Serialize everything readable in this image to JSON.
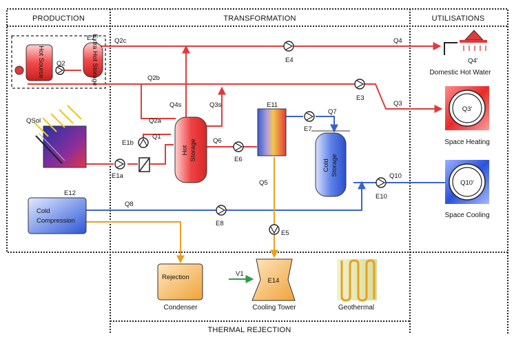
{
  "sections": {
    "production": "PRODUCTION",
    "transformation": "TRANSFORMATION",
    "utilisations": "UTILISATIONS",
    "thermal_rejection": "THERMAL REJECTION"
  },
  "components": {
    "hot_source": "Hot Source",
    "e2": "E2",
    "extra_hot_storage": "Extra Hot Storage",
    "qsol": "QSol",
    "e12": "E12",
    "cold_compression_l1": "Cold",
    "cold_compression_l2": "Compression",
    "hot_storage_l1": "Hot",
    "hot_storage_l2": "Storage",
    "e11": "E11",
    "cold_storage_l1": "Cold",
    "cold_storage_l2": "Storage",
    "rejection": "Rejection",
    "condenser": "Condenser",
    "e14": "E14",
    "cooling_tower": "Cooling Tower",
    "geothermal": "Geothermal"
  },
  "flows": {
    "q2": "Q2",
    "q2a": "Q2a",
    "q2b": "Q2b",
    "q2c": "Q2c",
    "q1": "Q1",
    "q3": "Q3",
    "q3s": "Q3s",
    "q4": "Q4",
    "q4s": "Q4s",
    "q5": "Q5",
    "q6": "Q6",
    "q7": "Q7",
    "q8": "Q8",
    "q10": "Q10",
    "v1": "V1"
  },
  "pumps": {
    "e1a": "E1a",
    "e1b": "E1b",
    "e3": "E3",
    "e4": "E4",
    "e5": "E5",
    "e6": "E6",
    "e7": "E7",
    "e8": "E8",
    "e10": "E10"
  },
  "uses": {
    "q4_prime": "Q4'",
    "domestic_hot_water": "Domestic Hot Water",
    "q3_prime": "Q3'",
    "space_heating": "Space Heating",
    "q10_prime": "Q10'",
    "space_cooling": "Space Cooling"
  },
  "colors": {
    "hot_line": "#e03a3a",
    "cold_line": "#3a63c9",
    "reject_line": "#e8a020",
    "green_line": "#2e9a4a"
  }
}
